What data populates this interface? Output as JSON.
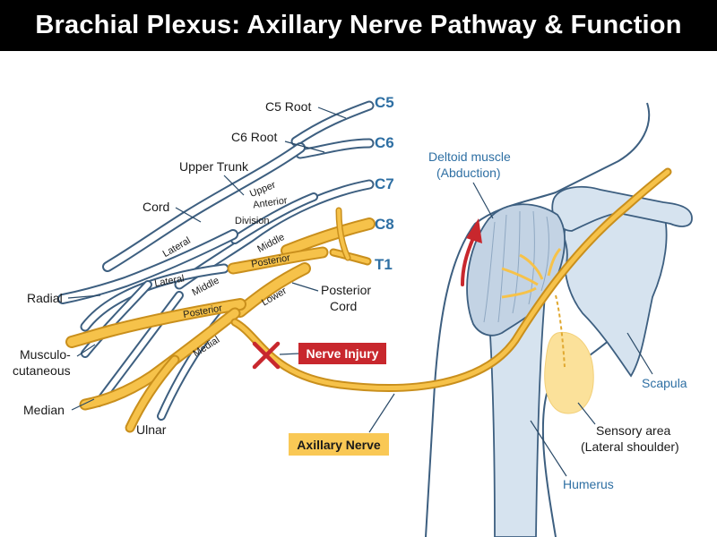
{
  "title": "Brachial Plexus: Axillary Nerve Pathway & Function",
  "roots": [
    "C5",
    "C6",
    "C7",
    "C8",
    "T1"
  ],
  "labels": {
    "c5_root": "C5 Root",
    "c6_root": "C6 Root",
    "upper_trunk": "Upper Trunk",
    "cord": "Cord",
    "upper": "Upper",
    "anterior": "Anterior",
    "division": "Division",
    "middle": "Middle",
    "lateral_1": "Lateral",
    "lateral_2": "Lateral",
    "middle_2": "Middle",
    "posterior_1": "Posterior",
    "lower": "Lower",
    "posterior_2": "Posterior",
    "medial": "Medial",
    "posterior_cord_1": "Posterior",
    "posterior_cord_2": "Cord",
    "radial": "Radial",
    "musculo_1": "Musculo-",
    "musculo_2": "cutaneous",
    "median": "Median",
    "ulnar": "Ulnar",
    "nerve_injury": "Nerve Injury",
    "axillary_nerve": "Axillary Nerve",
    "deltoid_1": "Deltoid muscle",
    "deltoid_2": "(Abduction)",
    "scapula": "Scapula",
    "sensory_1": "Sensory area",
    "sensory_2": "(Lateral shoulder)",
    "humerus": "Humerus"
  },
  "colors": {
    "nerve_yellow": "#f6c24a",
    "nerve_outline": "#3d5f80",
    "injury_red": "#c8272d",
    "bone_blue": "#d6e3ef",
    "label_blue": "#2e6fa3"
  }
}
